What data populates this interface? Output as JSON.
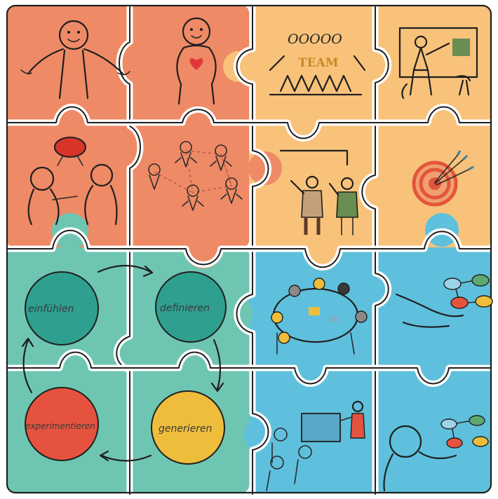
{
  "colors": {
    "orange": "#ef8a66",
    "yellow": "#f8c27a",
    "teal": "#6ec6b2",
    "blue": "#5ec0dc",
    "red_circle": "#e5533f",
    "teal_circle": "#2f9f90",
    "yellow_circle": "#efbd3c",
    "heart": "#e0383a"
  },
  "team_tile": {
    "team_text": "TEAM",
    "heads_text": "OOOOO"
  },
  "cycle": {
    "step1": "einfühlen",
    "step2": "definieren",
    "step3": "generieren",
    "step4": "experimentieren"
  },
  "icons": [
    "open-arms-person-icon",
    "heart-person-icon",
    "team-banner-icon",
    "presenter-board-icon",
    "discussion-people-icon",
    "network-people-icon",
    "pointing-people-icon",
    "target-arrows-icon",
    "round-table-meeting-icon",
    "idea-flow-icon",
    "audience-presentation-icon",
    "hand-sketch-icon"
  ]
}
